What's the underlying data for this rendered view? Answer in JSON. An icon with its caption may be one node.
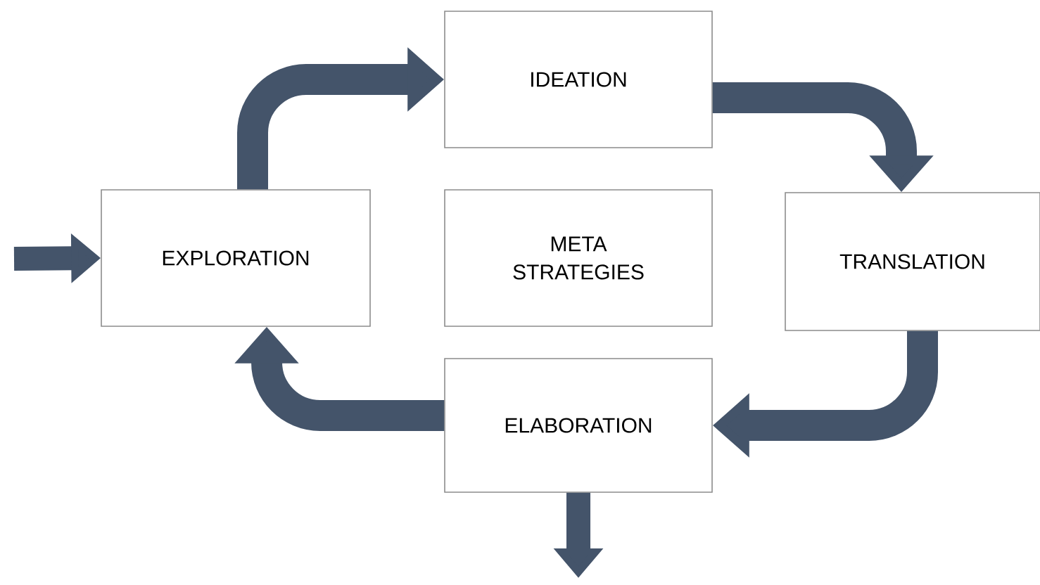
{
  "diagram": {
    "nodes": [
      {
        "text": [
          "EXPLORATION"
        ]
      },
      {
        "text": [
          "IDEATION"
        ]
      },
      {
        "text": [
          "META STRATEGIES"
        ]
      },
      {
        "text": [
          "TRANSLATION"
        ]
      },
      {
        "text": [
          "ELABORATION"
        ]
      }
    ],
    "edges": [
      {
        "from": null,
        "to": 0,
        "arrow": "to"
      },
      {
        "from": 0,
        "to": 1,
        "arrow": "to"
      },
      {
        "from": 1,
        "to": 3,
        "arrow": "to"
      },
      {
        "from": 3,
        "to": 4,
        "arrow": "to"
      },
      {
        "from": 4,
        "to": 0,
        "arrow": "to"
      },
      {
        "from": 4,
        "to": null,
        "arrow": "to"
      }
    ]
  }
}
